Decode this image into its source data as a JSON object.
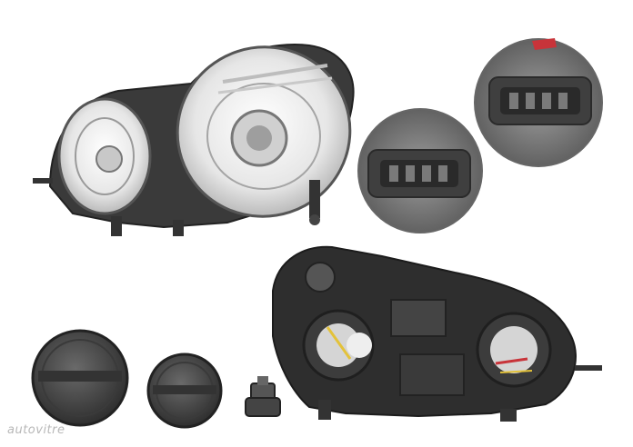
{
  "watermark": {
    "text": "autovitre"
  },
  "colors": {
    "background": "#ffffff",
    "housing_dark": "#2e2e2e",
    "chrome": "#d9d9d9",
    "lens": "#eeeeee",
    "cap_grey": "#4a4a4a",
    "wire_yellow": "#e3c23a",
    "wire_red": "#c8343a"
  },
  "icons": [
    "headlight-front-assembly",
    "connector-detail-1",
    "connector-detail-2",
    "headlight-rear-housing",
    "dust-cap-large",
    "dust-cap-small",
    "bulb-socket"
  ]
}
